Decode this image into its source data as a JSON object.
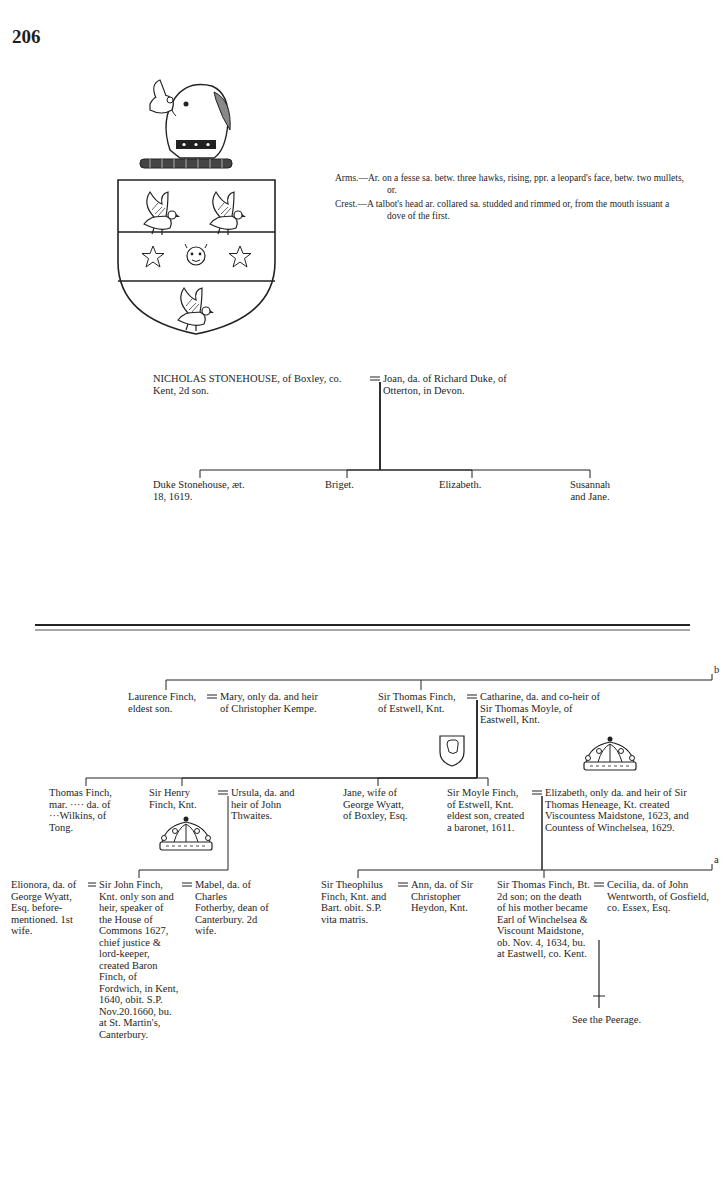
{
  "diagram": {
    "nodes": [
      {
        "text": [
          "NICHOLAS STONEHOUSE, of Boxley, co. Kent, 2d son."
        ]
      },
      {
        "text": [
          "Joan, da. of Richard Duke, of Otterton, in Devon."
        ]
      },
      {
        "text": [
          "Duke Stonehouse, æt. 18, 1619."
        ]
      },
      {
        "text": [
          "Briget."
        ]
      },
      {
        "text": [
          "Elizabeth."
        ]
      },
      {
        "text": [
          "Susannah and Jane."
        ]
      },
      {
        "text": [
          "Laurence Finch, eldest son."
        ]
      },
      {
        "text": [
          "Mary, only da. and heir of Christopher Kempe."
        ]
      },
      {
        "text": [
          "Sir Thomas Finch, of Estwell, Knt."
        ]
      },
      {
        "text": [
          "Catharine, da. and co-heir of Sir Thomas Moyle, of Eastwell, Knt."
        ]
      },
      {
        "text": [
          "Thomas Finch, mar. ···· da. of ···Wilkins, of Tong."
        ]
      },
      {
        "text": [
          "Sir Henry Finch, Knt."
        ]
      },
      {
        "text": [
          "Ursula, da. and heir of John Thwaites."
        ]
      },
      {
        "text": [
          "Jane, wife of George Wyatt, of Boxley, Esq."
        ]
      },
      {
        "text": [
          "Sir Moyle Finch, of Estwell, Knt. eldest son, created a baronet, 1611."
        ]
      },
      {
        "text": [
          "Elizabeth, only da. and heir of Sir Thomas Heneage, Kt. created Viscountess Maidstone, 1623, and Countess of Winchelsea, 1629."
        ]
      },
      {
        "text": [
          "Elionora, da. of George Wyatt, Esq. before-mentioned. 1st wife."
        ]
      },
      {
        "text": [
          "Sir John Finch, Knt. only son and heir, speaker of the House of Commons 1627, chief justice & lord-keeper, created Baron Finch, of Fordwich, in Kent, 1640, obit. S.P. Nov.20.1660, bu. at St. Martin's, Canterbury."
        ]
      },
      {
        "text": [
          "Mabel, da. of Charles Fotherby, dean of Canterbury. 2d wife."
        ]
      },
      {
        "text": [
          "Sir Theophilus Finch, Knt. and Bart. obit. S.P. vita matris."
        ]
      },
      {
        "text": [
          "Ann, da. of Sir Christopher Heydon, Knt."
        ]
      },
      {
        "text": [
          "Sir Thomas Finch, Bt. 2d son; on the death of his mother became Earl of Winchelsea & Viscount Maidstone, ob. Nov. 4, 1634, bu. at Eastwell, co. Kent."
        ]
      },
      {
        "text": [
          "Cecilia, da. of John Wentworth, of Gosfield, co. Essex, Esq."
        ]
      }
    ],
    "edges": [
      {
        "from": 0,
        "to": 1,
        "arrow": "none"
      },
      {
        "from": 1,
        "to": 2,
        "arrow": "none"
      },
      {
        "from": 1,
        "to": 3,
        "arrow": "none"
      },
      {
        "from": 1,
        "to": 4,
        "arrow": "none"
      },
      {
        "from": 1,
        "to": 5,
        "arrow": "none"
      },
      {
        "from": 6,
        "to": 7,
        "arrow": "none"
      },
      {
        "from": 8,
        "to": 9,
        "arrow": "none"
      },
      {
        "from": 9,
        "to": 10,
        "arrow": "none"
      },
      {
        "from": 9,
        "to": 11,
        "arrow": "none"
      },
      {
        "from": 9,
        "to": 13,
        "arrow": "none"
      },
      {
        "from": 9,
        "to": 14,
        "arrow": "none"
      },
      {
        "from": 11,
        "to": 12,
        "arrow": "none"
      },
      {
        "from": 14,
        "to": 15,
        "arrow": "none"
      },
      {
        "from": 12,
        "to": 17,
        "arrow": "none"
      },
      {
        "from": 16,
        "to": 17,
        "arrow": "none"
      },
      {
        "from": 17,
        "to": 18,
        "arrow": "none"
      },
      {
        "from": 19,
        "to": 20,
        "arrow": "none"
      },
      {
        "from": 21,
        "to": 22,
        "arrow": "none"
      },
      {
        "from": 15,
        "to": 19,
        "arrow": "none"
      },
      {
        "from": 15,
        "to": 21,
        "arrow": "none"
      }
    ],
    "labels": [
      "206",
      "Arms.—Ar. on a fesse sa. betw. three hawks, rising, ppr. a leopard's face, betw. two mullets, or.",
      "Crest.—A talbot's head ar. collared sa. studded and rimmed or, from the mouth issuant a dove of the first.",
      "b",
      "a",
      "See the Peerage."
    ]
  }
}
